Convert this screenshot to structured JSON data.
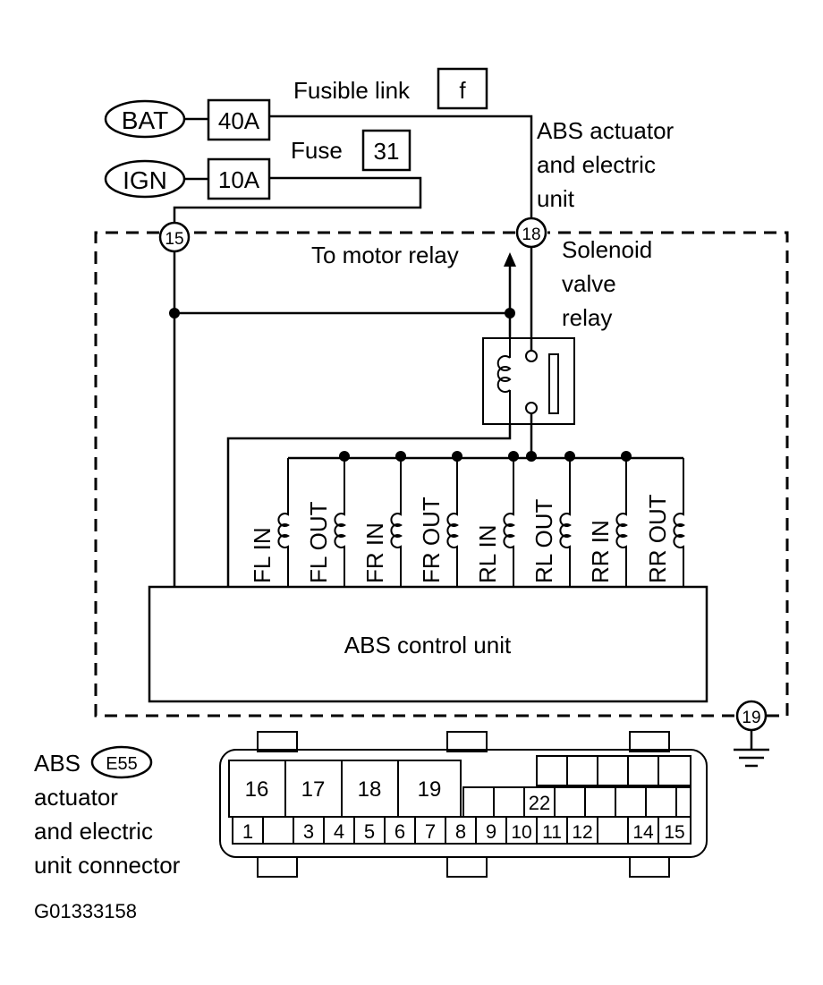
{
  "power": {
    "bat_label": "BAT",
    "ign_label": "IGN",
    "fusible_link_label": "Fusible link",
    "fusible_link_id": "f",
    "fusible_rating": "40A",
    "fuse_label": "Fuse",
    "fuse_id": "31",
    "fuse_rating": "10A"
  },
  "unit": {
    "title_line1": "ABS actuator",
    "title_line2": "and electric",
    "title_line3": "unit",
    "to_motor_relay": "To motor relay",
    "relay_line1": "Solenoid",
    "relay_line2": "valve",
    "relay_line3": "relay",
    "control_unit": "ABS control unit",
    "terminal_15": "15",
    "terminal_18": "18",
    "terminal_19": "19"
  },
  "solenoids": [
    "FL  IN",
    "FL  OUT",
    "FR  IN",
    "FR  OUT",
    "RL IN",
    "RL OUT",
    "RR IN",
    "RR OUT"
  ],
  "connector": {
    "line1": "ABS",
    "code": "E55",
    "line2": "actuator",
    "line3": "and electric",
    "line4": "unit connector",
    "big_pins": [
      "16",
      "17",
      "18",
      "19"
    ],
    "mid_pin": "22",
    "bottom_pins": [
      "1",
      "",
      "3",
      "4",
      "5",
      "6",
      "7",
      "8",
      "9",
      "10",
      "11",
      "12",
      "",
      "14",
      "15"
    ]
  },
  "footer": {
    "figure_id": "G01333158"
  }
}
